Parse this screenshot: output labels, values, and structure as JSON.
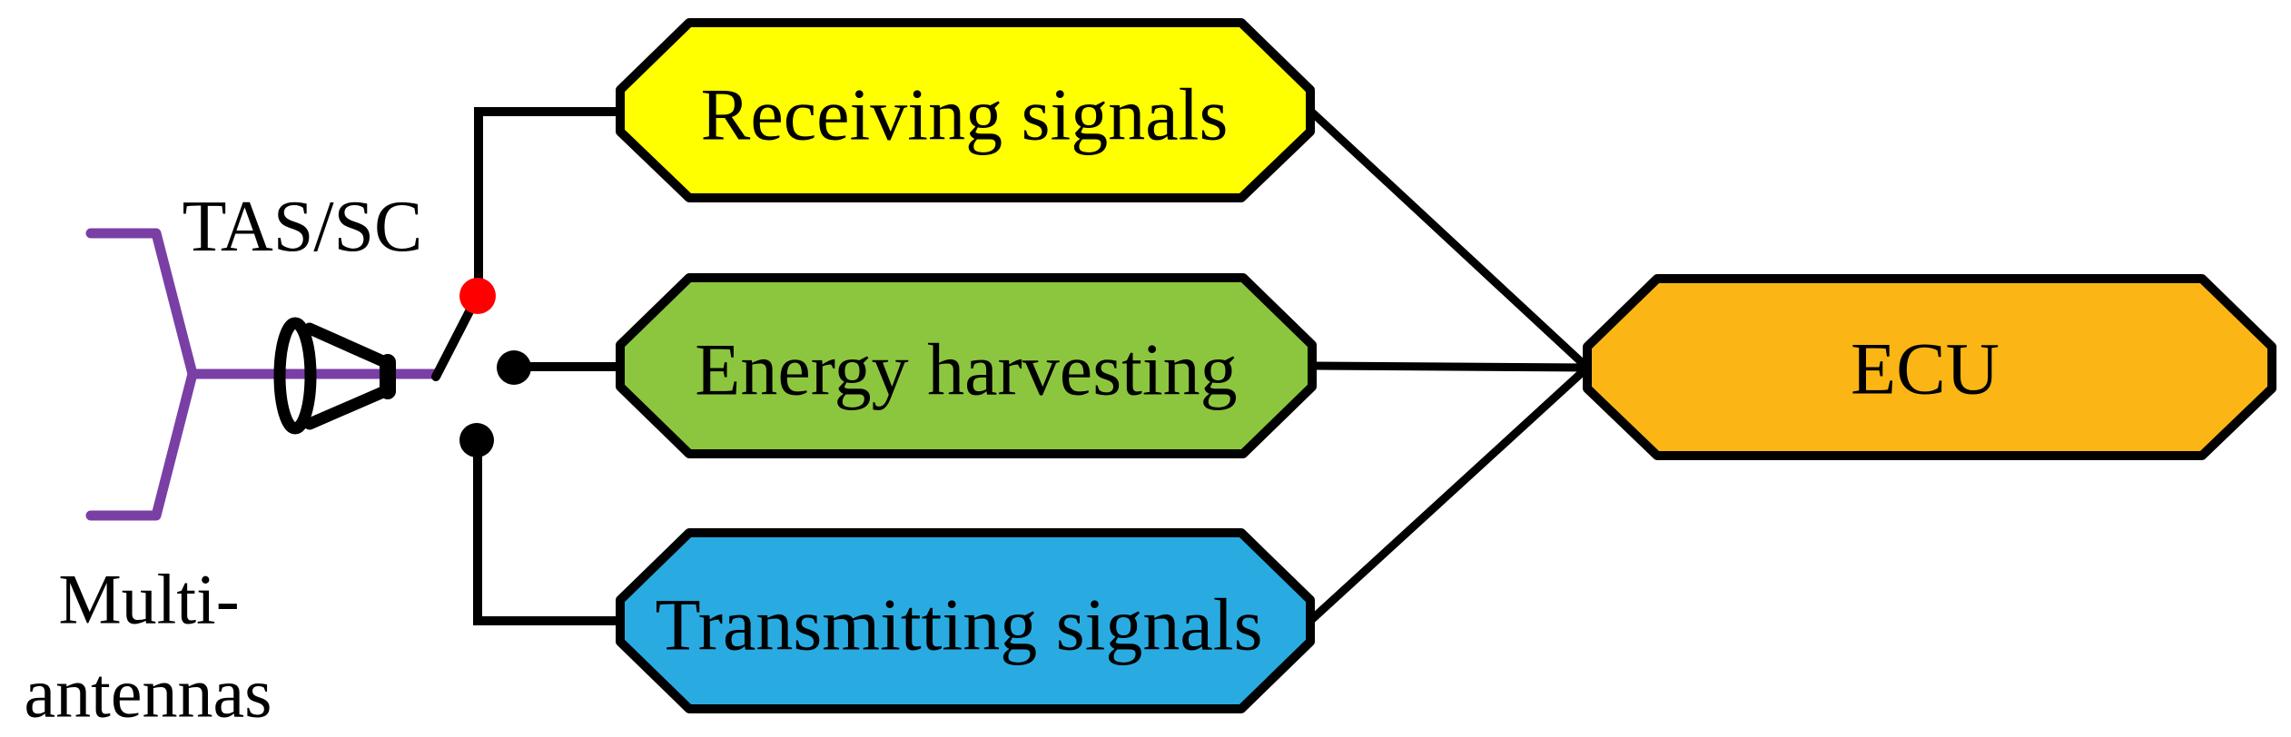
{
  "colors": {
    "background": "#ffffff",
    "wire": "#000000",
    "antenna_purple": "#7a3fa5"
  },
  "antenna": {
    "top_label": "TAS/SC",
    "bottom_label_line1": "Multi-",
    "bottom_label_line2": "antennas"
  },
  "switch": {
    "active_contact_color": "#ff0000",
    "idle_contact_color": "#000000"
  },
  "boxes": {
    "receiving": {
      "label": "Receiving signals",
      "fill": "#ffff00"
    },
    "harvesting": {
      "label": "Energy harvesting",
      "fill": "#8cc63f"
    },
    "transmitting": {
      "label": "Transmitting signals",
      "fill": "#29abe2"
    },
    "ecu": {
      "label": "ECU",
      "fill": "#fbb615"
    }
  }
}
